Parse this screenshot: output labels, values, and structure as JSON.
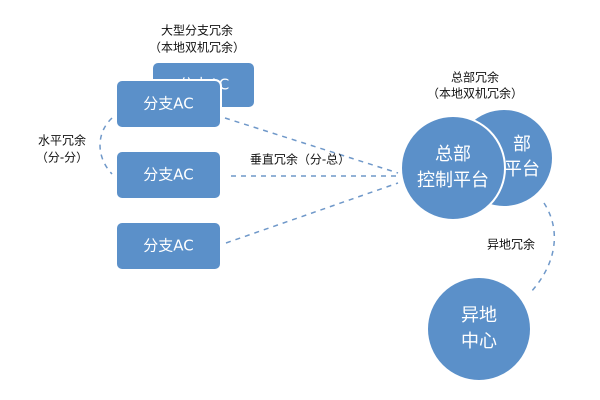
{
  "colors": {
    "node_fill": "#5b90c9",
    "node_stroke": "#ffffff",
    "dashed_line": "#6f98c9",
    "label_text": "#111111",
    "node_text": "#ffffff"
  },
  "labels": {
    "large_branch_title": "大型分支冗余",
    "large_branch_subtitle": "（本地双机冗余）",
    "horizontal_redundancy": "水平冗余",
    "horizontal_redundancy_sub": "（分-分）",
    "vertical_redundancy": "垂直冗余（分-总）",
    "hq_title": "总部冗余",
    "hq_subtitle": "（本地双机冗余）",
    "remote_redundancy": "异地冗余"
  },
  "nodes": {
    "branch_ac_back": "分支AC",
    "branch_ac_top": "分支AC",
    "branch_ac_middle": "分支AC",
    "branch_ac_bottom": "分支AC",
    "hq_back_line1": "部",
    "hq_back_line2": "平台",
    "hq_front_line1": "总部",
    "hq_front_line2": "控制平台",
    "remote_center_line1": "异地",
    "remote_center_line2": "中心"
  }
}
